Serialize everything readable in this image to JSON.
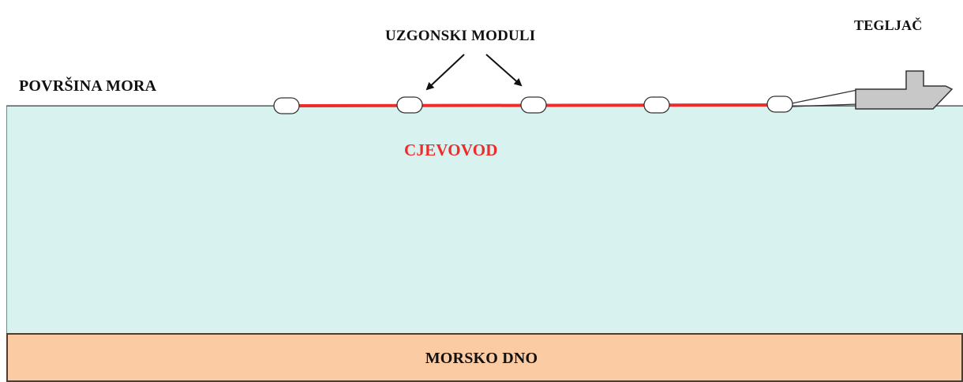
{
  "diagram": {
    "labels": {
      "sea_surface": "POVRŠINA MORA",
      "buoyancy_modules": "UZGONSKI MODULI",
      "pipeline": "CJEVOVOD",
      "tugboat": "TEGLJAČ",
      "seabed": "MORSKO DNO"
    },
    "module_count": 5,
    "colors": {
      "sea": "#d8f3ef",
      "seabed": "#fbcba4",
      "pipeline": "#ef2b2b",
      "tugboat": "#c8c8c8",
      "module_fill": "#ffffff"
    }
  }
}
